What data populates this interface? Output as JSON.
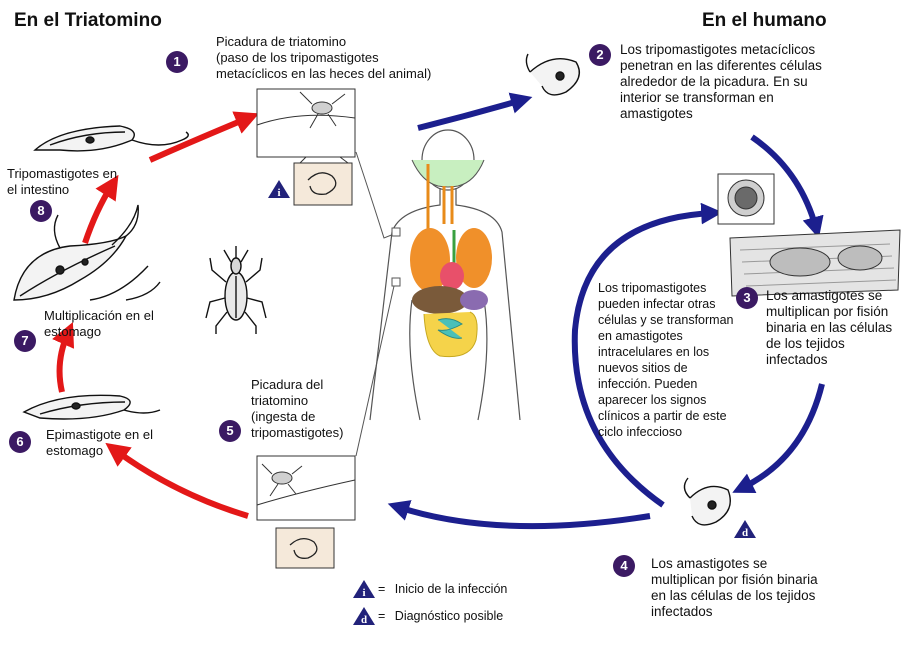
{
  "headings": {
    "left": "En el Triatomino",
    "right": "En el humano"
  },
  "steps": [
    {
      "num": "1",
      "text": "Picadura de triatomino\n(paso de los tripomastigotes\nmetacíclicos en las heces del animal)"
    },
    {
      "num": "2",
      "text": "Los tripomastigotes metacíclicos\npenetran en las diferentes células\nalrededor de la picadura.  En su\ninterior se transforman en\namastigotes"
    },
    {
      "num": "3",
      "text": "Los amastigotes se\nmultiplican por fisión\nbinaria en las células\nde  los tejidos\ninfectados"
    },
    {
      "num": "4",
      "text": "Los amastigotes se\nmultiplican por fisión binaria\nen las células de  los tejidos\ninfectados"
    },
    {
      "num": "5",
      "text": "Picadura del\ntriatomino\n(ingesta de\ntripomastigotes)"
    },
    {
      "num": "6",
      "text": "Epimastigote en el\nestomago"
    },
    {
      "num": "7",
      "text": "Multiplicación en el\nestomago"
    },
    {
      "num": "8",
      "text": "Tripomastigotes en\nel intestino"
    }
  ],
  "center_note": "Los tripomastigotes\npueden infectar otras\ncélulas y se transforman\nen amastigotes\nintracelulares en los\nnuevos sitios de\ninfección. Pueden\naparecer los signos\nclínicos a partir de este\nciclo infeccioso",
  "markers": {
    "infection": "i",
    "diagnosis": "d"
  },
  "legend": {
    "infection_label": "Inicio de la infección",
    "diagnosis_label": "Diagnóstico posible",
    "equals": "="
  },
  "colors": {
    "step_badge": "#3b1a63",
    "marker": "#22227a",
    "red_arrow": "#e31818",
    "blue_arrow": "#1c1f8e"
  }
}
